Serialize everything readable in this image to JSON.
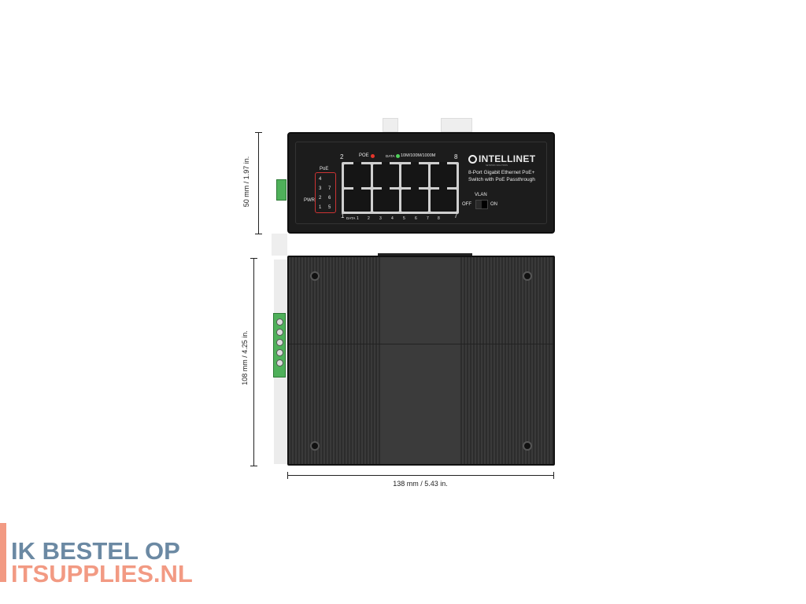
{
  "dimensions": {
    "height_front": "50 mm / 1.97 in.",
    "depth": "108 mm / 4.25 in.",
    "width": "138 mm / 5.43 in."
  },
  "device": {
    "brand": "INTELLINET",
    "brand_sub": "NETWORK SOLUTIONS",
    "description_line1": "8-Port Gigabit Ethernet PoE+",
    "description_line2": "Switch with PoE Passthrough",
    "poe_led_label": "POE",
    "data_led_label": "DATA",
    "speed_label": "10M/100M/1000M",
    "poe_box_label": "PoE",
    "pwr_label": "PWR",
    "poe_numbers_left": [
      "4",
      "3",
      "2",
      "1"
    ],
    "poe_numbers_right": [
      "7",
      "6",
      "5"
    ],
    "corner_labels": {
      "top_left": "2",
      "top_right": "8",
      "bottom_left": "1",
      "bottom_right": "7"
    },
    "data_row_label": "DATA",
    "port_numbers": [
      "1",
      "2",
      "3",
      "4",
      "5",
      "6",
      "7",
      "8"
    ],
    "vlan_label": "VLAN",
    "vlan_off": "OFF",
    "vlan_on": "ON",
    "colors": {
      "poe_led": "#e5352b",
      "data_led": "#4fd05a",
      "terminal": "#4fb05a"
    }
  },
  "watermark": {
    "line1": "IK BESTEL OP",
    "line2": "ITSUPPLIES.NL",
    "colors": {
      "line1": "#6b89a3",
      "line2": "#f29a83"
    }
  }
}
